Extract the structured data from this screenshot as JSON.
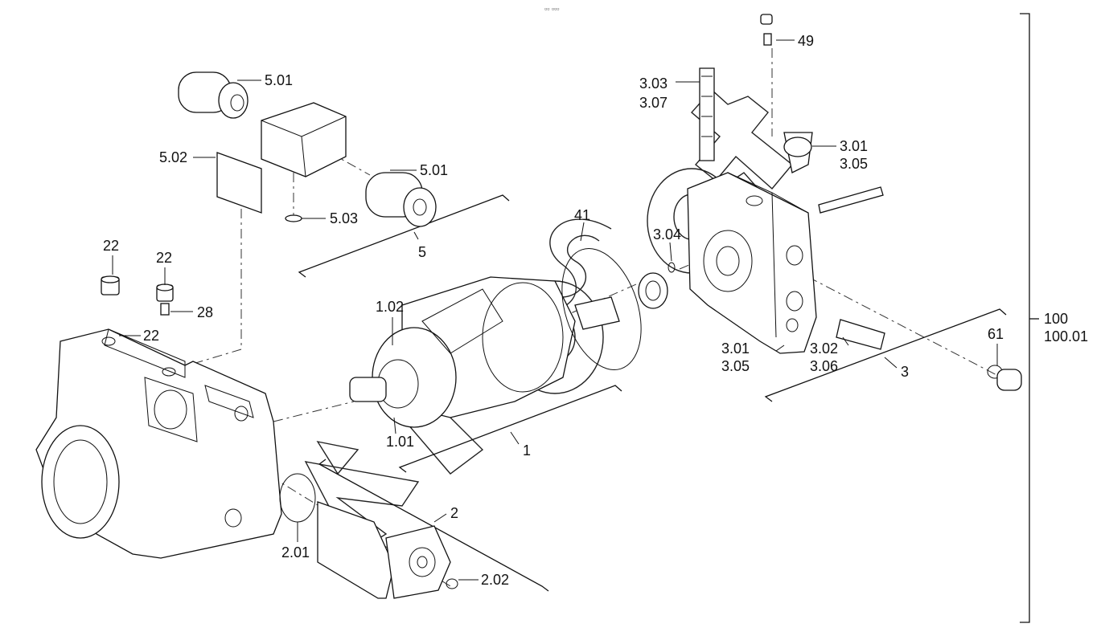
{
  "top_marker": "▫▫ ▫▫▫",
  "labels": {
    "l49": "49",
    "l303": "3.03",
    "l307": "3.07",
    "l501a": "5.01",
    "l301a": "3.01",
    "l305a": "3.05",
    "l502": "5.02",
    "l501b": "5.01",
    "l503": "5.03",
    "l41": "41",
    "l304": "3.04",
    "l5": "5",
    "l22a": "22",
    "l22b": "22",
    "l28": "28",
    "l22c": "22",
    "l102": "1.02",
    "l100": "100",
    "l10001": "100.01",
    "l61": "61",
    "l301b": "3.01",
    "l305b": "3.05",
    "l302": "3.02",
    "l306": "3.06",
    "l3": "3",
    "l101": "1.01",
    "l1": "1",
    "l2": "2",
    "l201": "2.01",
    "l202": "2.02"
  }
}
